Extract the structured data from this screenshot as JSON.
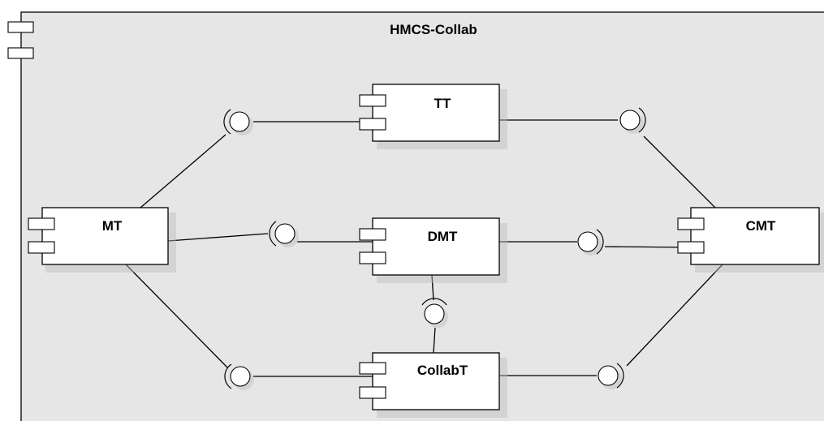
{
  "diagram": {
    "container": {
      "title": "HMCS-Collab"
    },
    "components": [
      {
        "id": "tt",
        "label": "TT"
      },
      {
        "id": "mt",
        "label": "MT"
      },
      {
        "id": "dmt",
        "label": "DMT"
      },
      {
        "id": "cmt",
        "label": "CMT"
      },
      {
        "id": "collabt",
        "label": "CollabT"
      }
    ],
    "connections": [
      {
        "from": "mt",
        "to": "tt"
      },
      {
        "from": "tt",
        "to": "cmt"
      },
      {
        "from": "mt",
        "to": "dmt"
      },
      {
        "from": "dmt",
        "to": "cmt"
      },
      {
        "from": "dmt",
        "to": "collabt"
      },
      {
        "from": "mt",
        "to": "collabt"
      },
      {
        "from": "collabt",
        "to": "cmt"
      }
    ],
    "colors": {
      "container_fill": "#e6e6e6",
      "component_fill": "#ffffff",
      "stroke": "#000000"
    }
  }
}
